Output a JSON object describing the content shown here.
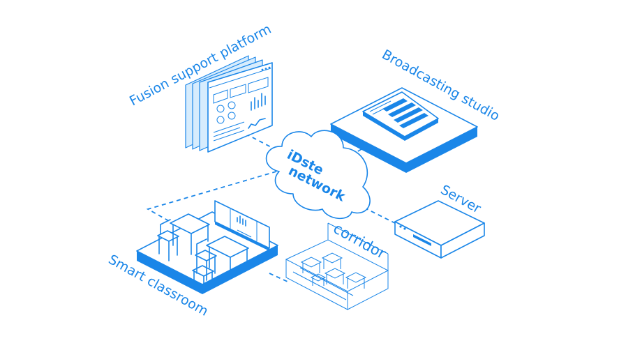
{
  "labels": {
    "fusion": "Fusion support platform",
    "broadcast": "Broadcasting studio",
    "server": "Server",
    "corridor": "corridor",
    "classroom": "Smart classroom"
  },
  "cloud": {
    "line1": "iDste",
    "line2": "network"
  },
  "colors": {
    "accent": "#1a86e8",
    "light": "#d6ecfd"
  }
}
